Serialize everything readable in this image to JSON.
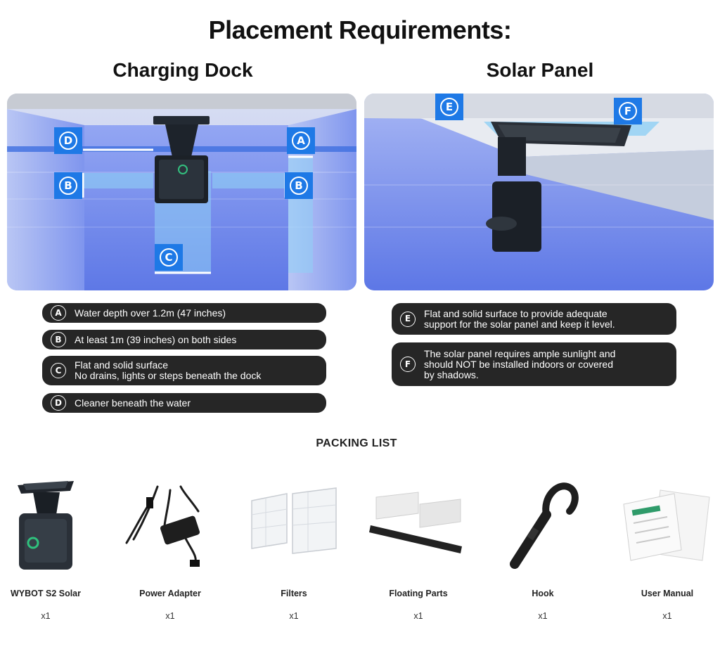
{
  "title": "Placement Requirements:",
  "sections": {
    "dock_title": "Charging Dock",
    "solar_title": "Solar Panel"
  },
  "markers": {
    "a": "A",
    "b": "B",
    "c": "C",
    "d": "D",
    "e": "E",
    "f": "F"
  },
  "dock_requirements": [
    {
      "letter": "A",
      "text": "Water depth over 1.2m (47 inches)"
    },
    {
      "letter": "B",
      "text": "At least 1m (39 inches) on both sides"
    },
    {
      "letter": "C",
      "text": "Flat and solid surface\nNo drains, lights or steps beneath the dock"
    },
    {
      "letter": "D",
      "text": "Cleaner beneath the water"
    }
  ],
  "solar_requirements": [
    {
      "letter": "E",
      "text": "Flat and solid surface to provide adequate\nsupport for the solar panel and keep it level."
    },
    {
      "letter": "F",
      "text": "The solar panel requires ample sunlight and\nshould NOT be installed indoors or covered\nby shadows."
    }
  ],
  "packing": {
    "title": "PACKING LIST",
    "items": [
      {
        "name": "WYBOT S2 Solar",
        "qty": "x1",
        "icon": "pool-cleaner-icon"
      },
      {
        "name": "Power Adapter",
        "qty": "x1",
        "icon": "power-adapter-icon"
      },
      {
        "name": "Filters",
        "qty": "x1",
        "icon": "filters-icon"
      },
      {
        "name": "Floating Parts",
        "qty": "x1",
        "icon": "floating-parts-icon"
      },
      {
        "name": "Hook",
        "qty": "x1",
        "icon": "hook-icon"
      },
      {
        "name": "User Manual",
        "qty": "x1",
        "icon": "user-manual-icon"
      }
    ]
  },
  "colors": {
    "accent": "#1e79e6",
    "pill": "#262626",
    "water": "#5a78e8"
  }
}
